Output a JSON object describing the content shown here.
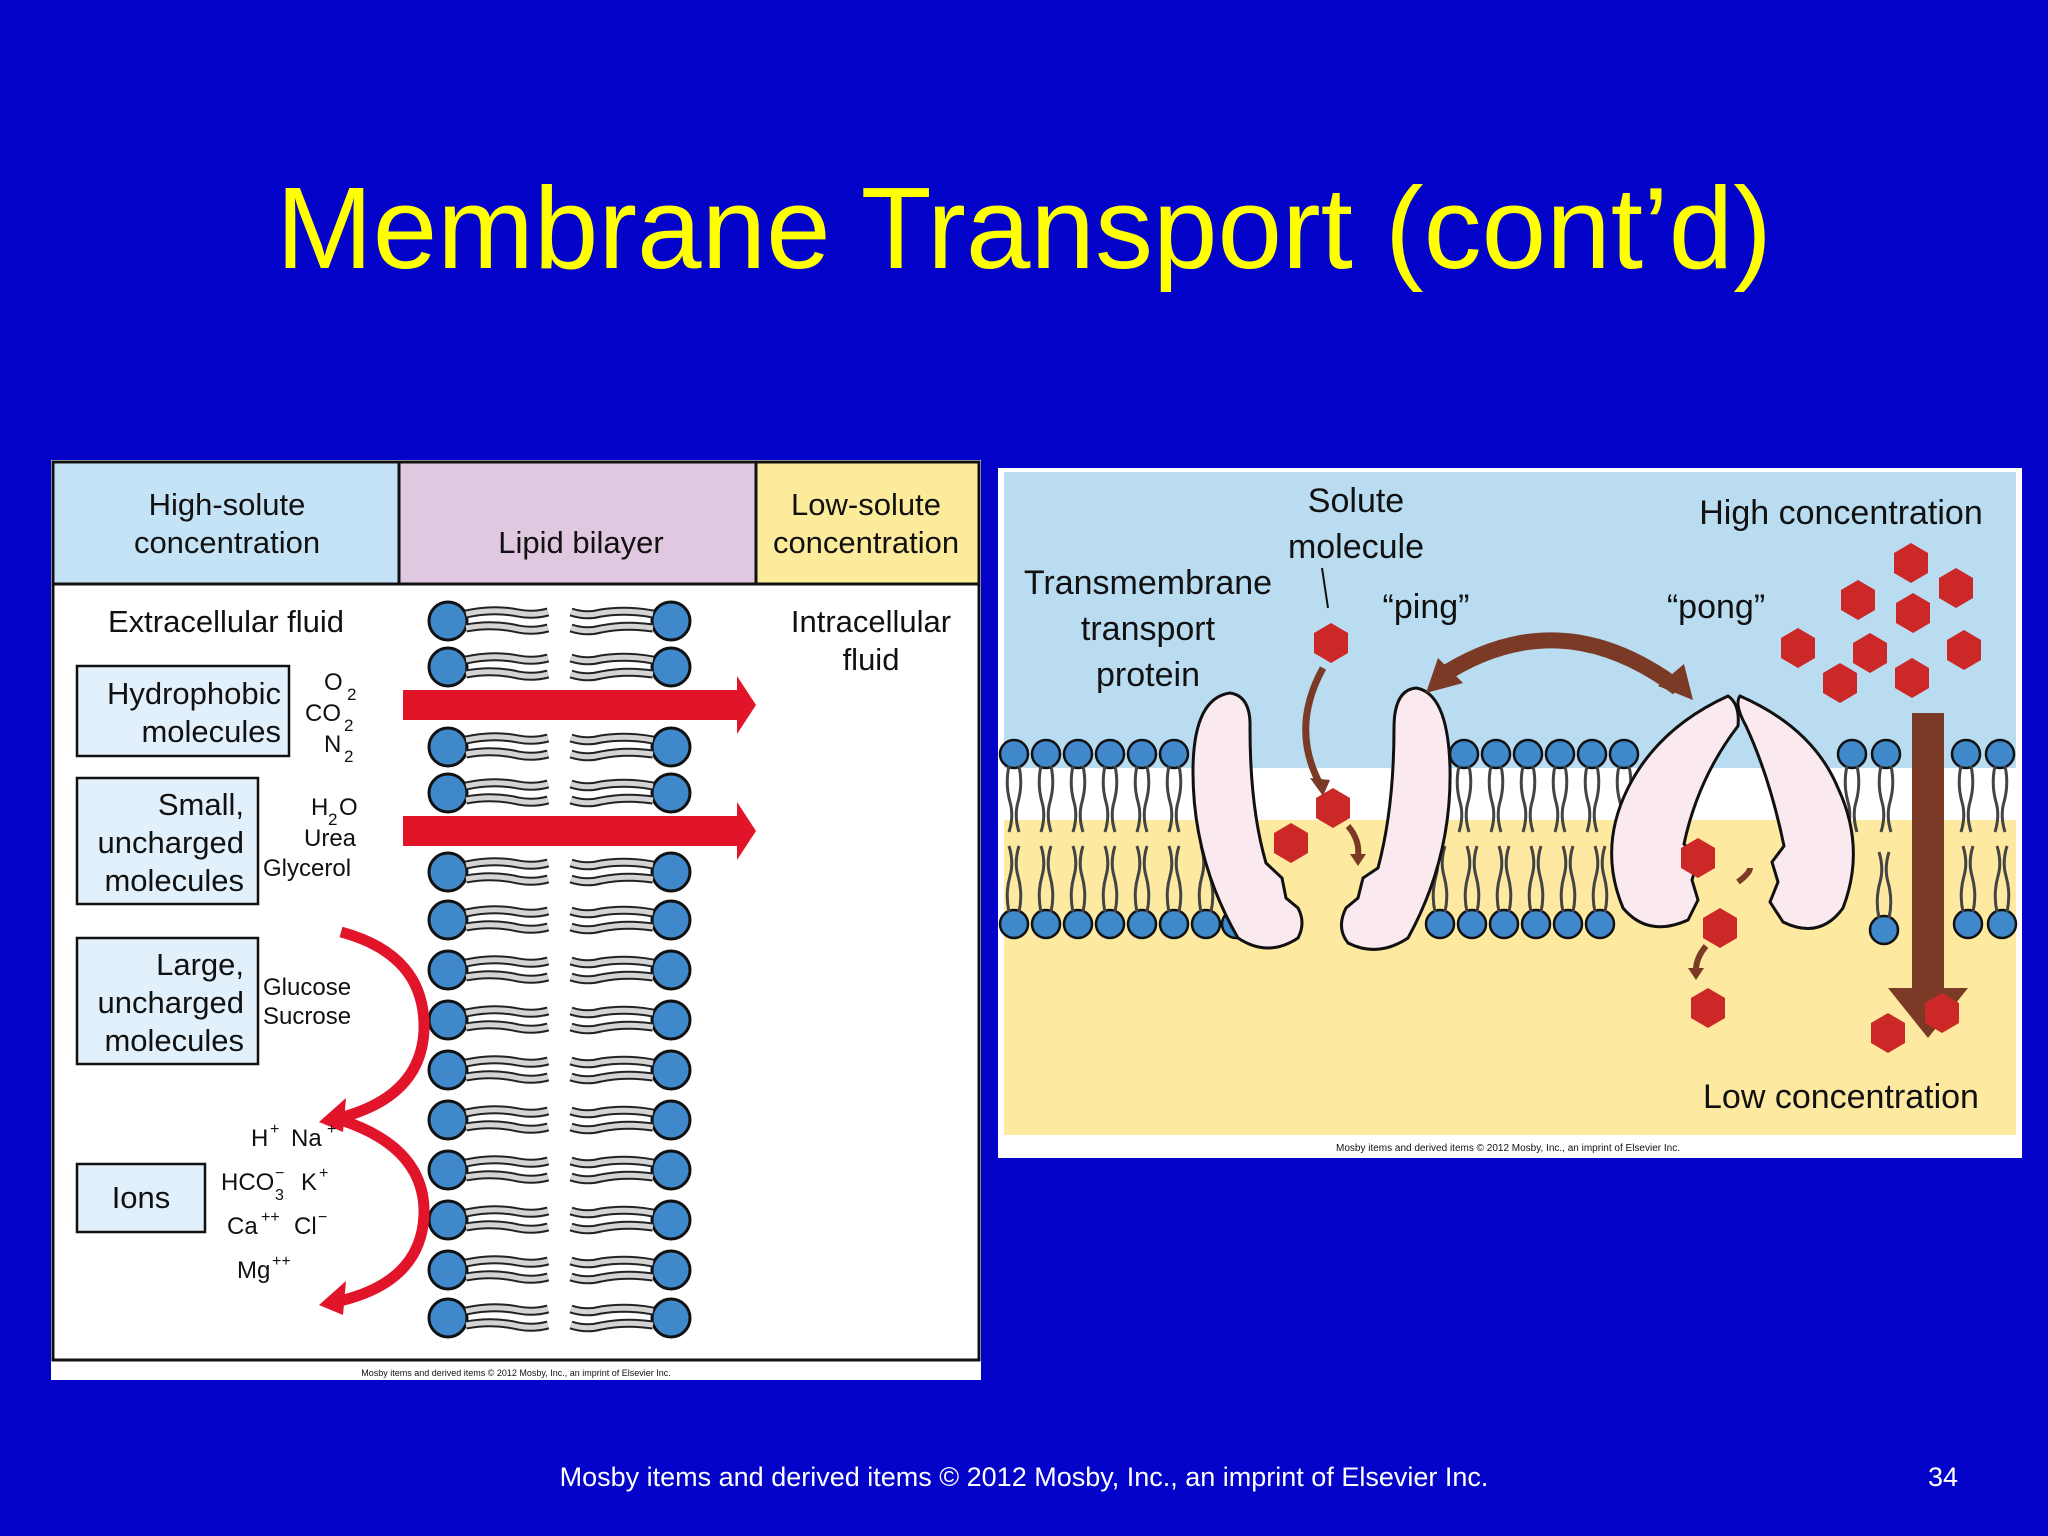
{
  "slide": {
    "title": "Membrane Transport (cont’d)",
    "footer": "Mosby items and derived items © 2012 Mosby, Inc., an imprint of Elsevier Inc.",
    "page_number": "34"
  },
  "left_figure": {
    "header_high_line1": "High-solute",
    "header_high_line2": "concentration",
    "header_middle": "Lipid bilayer",
    "header_low_line1": "Low-solute",
    "header_low_line2": "concentration",
    "extracellular": "Extracellular fluid",
    "intracellular_line1": "Intracellular",
    "intracellular_line2": "fluid",
    "hydrophobic_line1": "Hydrophobic",
    "hydrophobic_line2": "molecules",
    "hydrophobic_examples": [
      "O",
      "CO",
      "N"
    ],
    "subscript_2": "2",
    "small_line1": "Small,",
    "small_line2": "uncharged",
    "small_line3": "molecules",
    "small_examples": [
      "H",
      "O",
      "Urea",
      "Glycerol"
    ],
    "large_line1": "Large,",
    "large_line2": "uncharged",
    "large_line3": "molecules",
    "large_examples": [
      "Glucose",
      "Sucrose"
    ],
    "ions_label": "Ions",
    "ion_examples": {
      "h": "H",
      "plus": "+",
      "na": "Na",
      "hco": "HCO",
      "sub3": "3",
      "minus": "−",
      "k": "K",
      "ca": "Ca",
      "plusplus": "++",
      "cl": "Cl",
      "mg": "Mg"
    },
    "copyright": "Mosby items and derived items © 2012 Mosby, Inc., an imprint of Elsevier Inc.",
    "colors": {
      "high": "#c5e3f6",
      "lipid": "#e0c8e0",
      "low": "#fdeb9c",
      "arrow": "#e2142a",
      "head": "#3f88c9"
    }
  },
  "right_figure": {
    "solute_line1": "Solute",
    "solute_line2": "molecule",
    "transmembrane_line1": "Transmembrane",
    "transmembrane_line2": "transport",
    "transmembrane_line3": "protein",
    "ping": "“ping”",
    "pong": "“pong”",
    "high_concentration": "High concentration",
    "low_concentration": "Low concentration",
    "copyright": "Mosby items and derived items © 2012 Mosby, Inc., an imprint of Elsevier Inc.",
    "colors": {
      "outside": "#b9dcf1",
      "inside": "#fde9a0",
      "solute": "#cc2828",
      "arrow": "#7a3a26",
      "protein": "#fbe9f0"
    }
  }
}
